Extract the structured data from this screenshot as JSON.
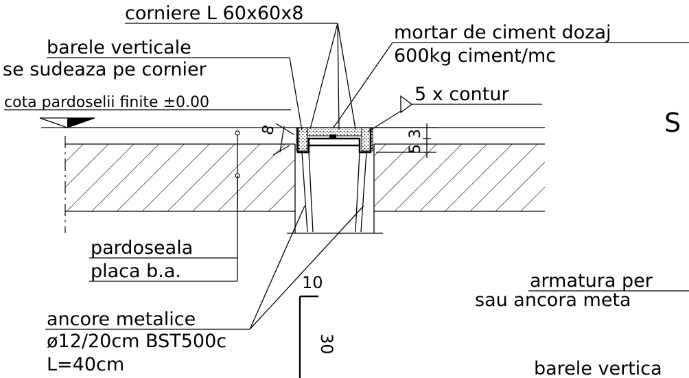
{
  "labels": {
    "corniere": "corniere L 60x60x8",
    "mortar_line1": "mortar de ciment dozaj",
    "mortar_line2": "600kg ciment/mc",
    "barele_line1": "barele verticale",
    "barele_line2": "se sudeaza pe cornier",
    "cota": "cota pardoselii finite ±0.00",
    "contur": "5 x contur",
    "section_letter": "S",
    "pardoseala": "pardoseala",
    "placa": "placa b.a.",
    "ancore_line1": "ancore metalice",
    "ancore_line2": "ø12/20cm BST500c",
    "ancore_line3": "L=40cm",
    "armatura_line1": "armatura per",
    "armatura_line2": "sau ancora meta",
    "barele_bottom": "barele vertica"
  },
  "dimensions": {
    "d8": "8",
    "d5": "5",
    "d3": "3",
    "d10": "10",
    "d30": "30"
  }
}
